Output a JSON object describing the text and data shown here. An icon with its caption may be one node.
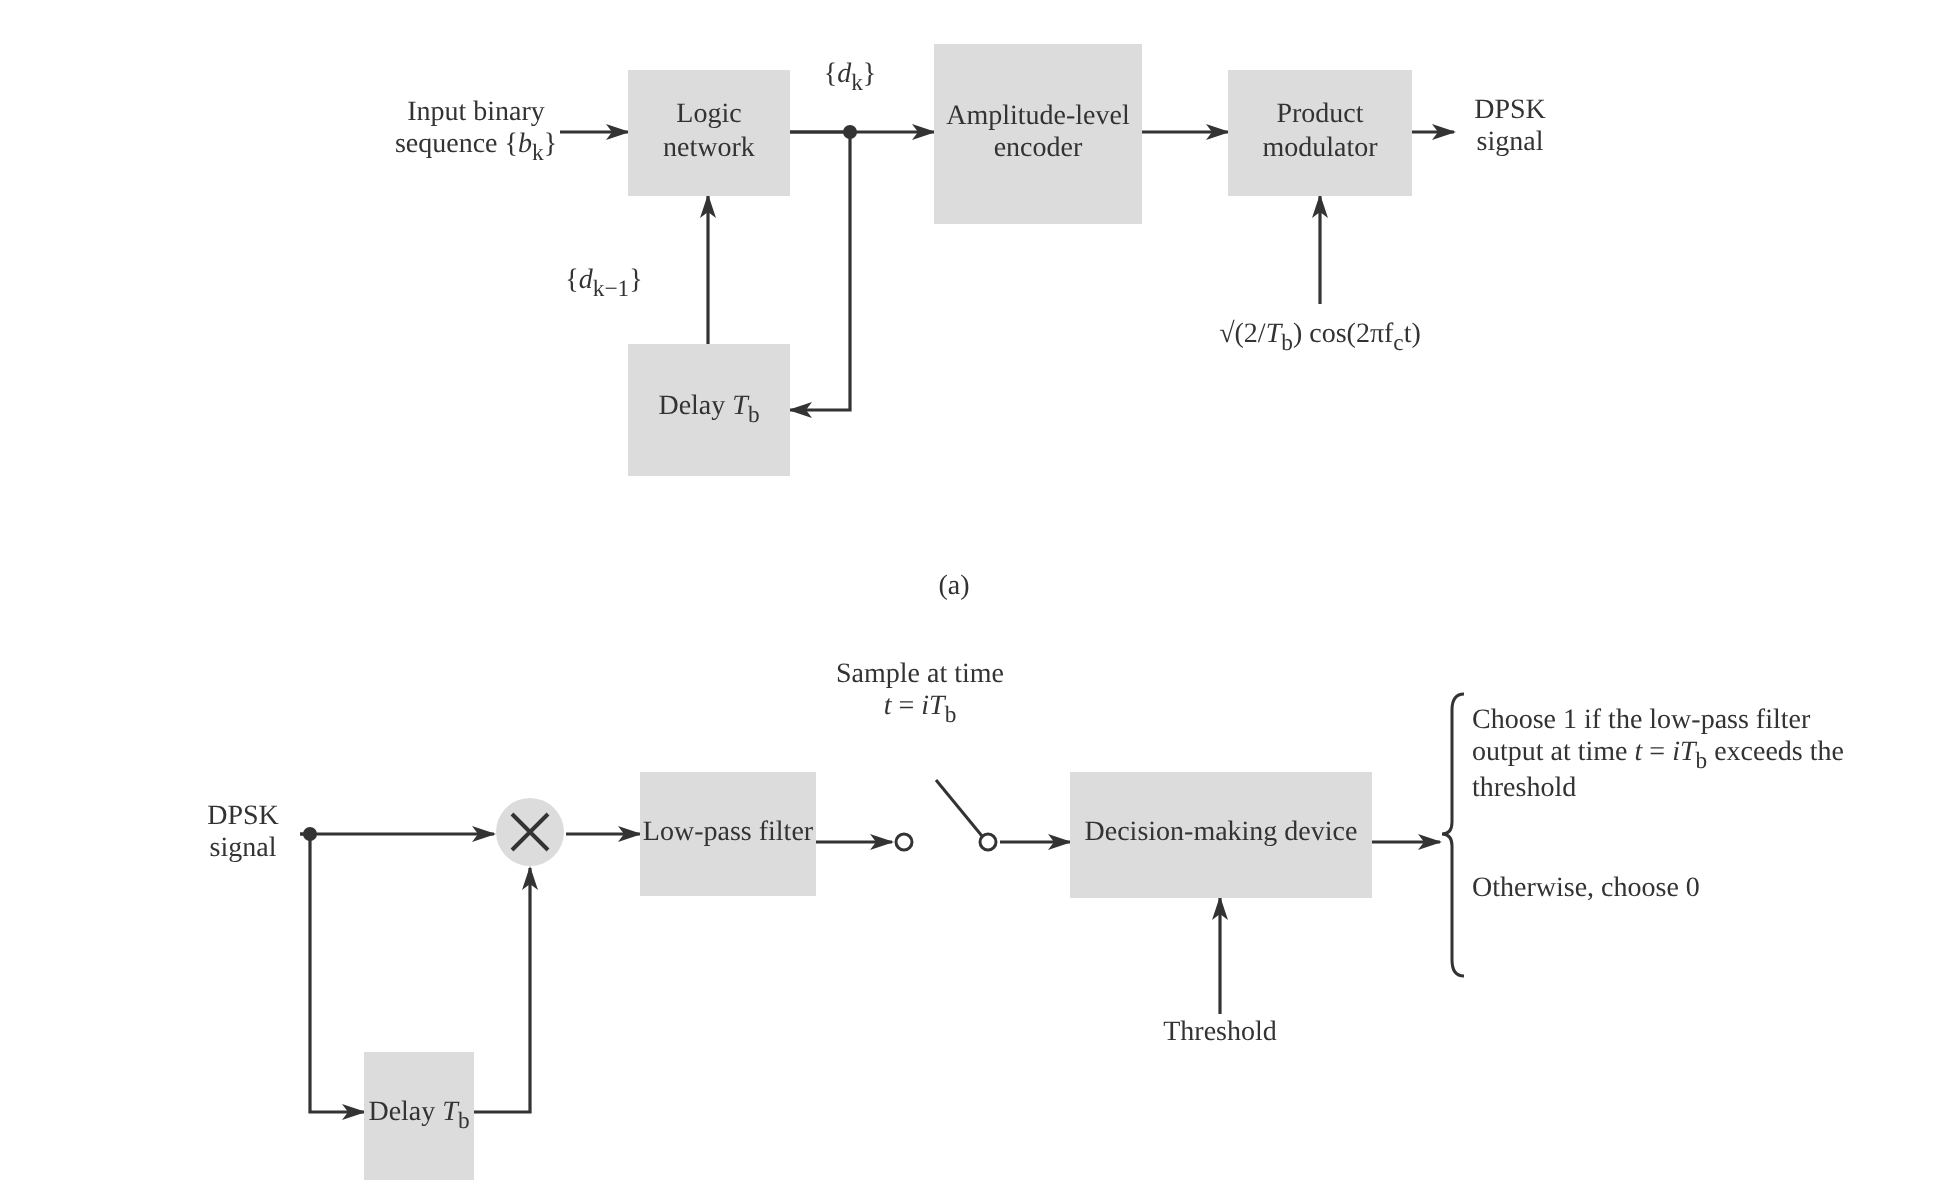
{
  "diagram": {
    "nodes": [
      {
        "text": [
          "Input binary sequence {*b*$_{k}$}"
        ]
      },
      {
        "text": [
          "Logic network"
        ]
      },
      {
        "text": [
          "Amplitude-level encoder"
        ]
      },
      {
        "text": [
          "Product modulator"
        ]
      },
      {
        "text": [
          "DPSK signal"
        ]
      },
      {
        "text": [
          "Delay *T*$_{b}$"
        ]
      },
      {
        "text": [
          "√(2/*T*$_{b}$) cos(2πf$_{c}$t)"
        ]
      },
      {
        "text": [
          "DPSK signal"
        ]
      },
      {
        "text": [],
        "shape": "circle"
      },
      {
        "text": [
          "Low-pass filter"
        ]
      },
      {
        "text": [],
        "shape": "switch",
        "beside": [
          "Sample at time *t* = *iT*$_{b}$"
        ]
      },
      {
        "text": [
          "Decision-making device"
        ]
      },
      {
        "text": [
          "Choose 1 if the low-pass filter output at time *t* = *iT*$_{b}$ exceeds the threshold",
          "Otherwise, choose 0"
        ]
      },
      {
        "text": [
          "Threshold"
        ]
      },
      {
        "text": [
          "Delay *T*$_{b}$"
        ]
      }
    ],
    "edges": [
      {
        "from": 0,
        "to": 1,
        "arrow": "to"
      },
      {
        "from": 1,
        "to": 2,
        "arrow": "to"
      },
      {
        "from": 1,
        "to": 5,
        "arrow": "to"
      },
      {
        "from": 5,
        "to": 1,
        "arrow": "to"
      },
      {
        "from": 2,
        "to": 3,
        "arrow": "to"
      },
      {
        "from": 3,
        "to": 4,
        "arrow": "to"
      },
      {
        "from": 6,
        "to": 3,
        "arrow": "to"
      },
      {
        "from": 7,
        "to": 8,
        "arrow": "to"
      },
      {
        "from": 7,
        "to": 14,
        "arrow": "to"
      },
      {
        "from": 14,
        "to": 8,
        "arrow": "to"
      },
      {
        "from": 8,
        "to": 9,
        "arrow": "to"
      },
      {
        "from": 9,
        "to": 10,
        "arrow": "to"
      },
      {
        "from": 10,
        "to": 11,
        "arrow": "to"
      },
      {
        "from": 13,
        "to": 11,
        "arrow": "to"
      },
      {
        "from": 11,
        "to": 12,
        "arrow": "to"
      }
    ],
    "labels": [
      "{*d*$_{k}$}",
      "{*d*$_{k−1}$}",
      "(a)"
    ]
  }
}
